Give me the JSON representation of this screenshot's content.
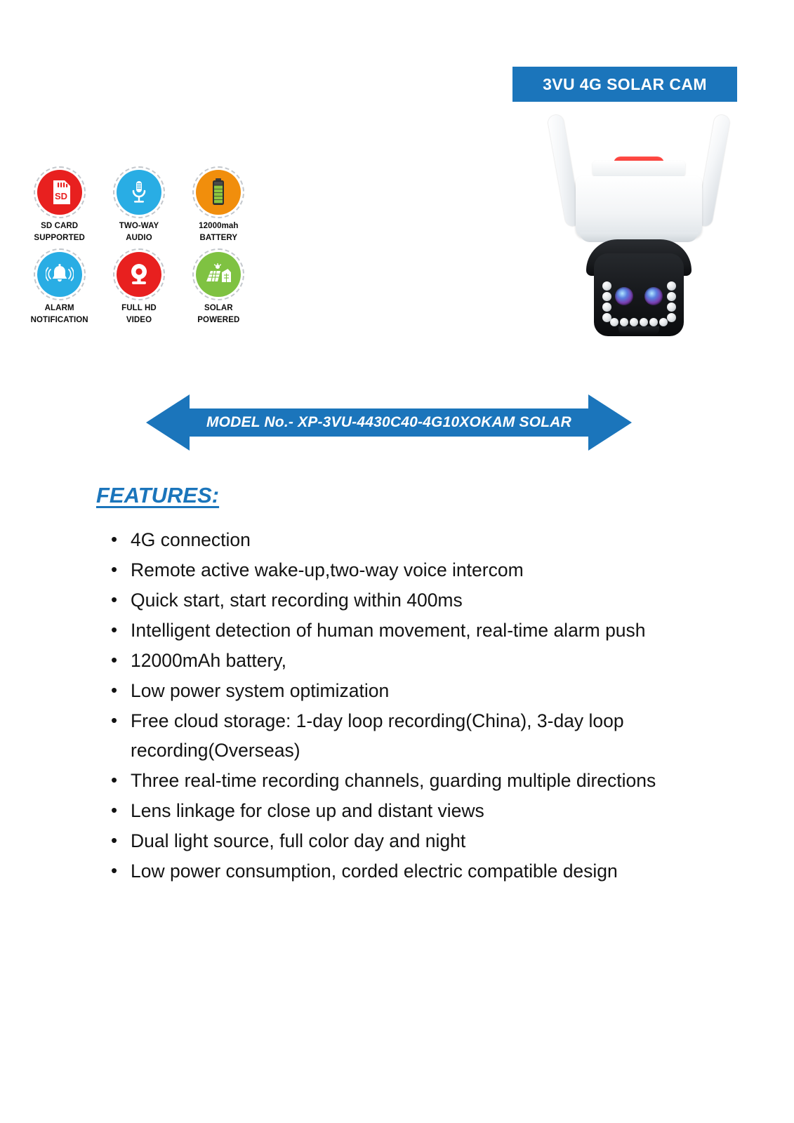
{
  "product": {
    "badge_label": "3VU 4G SOLAR CAM",
    "badge_color": "#1b75bb",
    "image_alt": "4g-solar-ptz-camera"
  },
  "feature_icons": [
    {
      "icon": "sd-card-icon",
      "line1": "SD CARD",
      "line2": "SUPPORTED",
      "color": "#e8201f"
    },
    {
      "icon": "microphone-icon",
      "line1": "TWO-WAY",
      "line2": "AUDIO",
      "color": "#29ade4"
    },
    {
      "icon": "battery-icon",
      "line1": "12000mah",
      "line2": "BATTERY",
      "color": "#f18e0c"
    },
    {
      "icon": "alarm-bell-icon",
      "line1": "ALARM",
      "line2": "NOTIFICATION",
      "color": "#29ade4"
    },
    {
      "icon": "webcam-icon",
      "line1": "FULL HD",
      "line2": "VIDEO",
      "color": "#e8201f"
    },
    {
      "icon": "solar-panel-house-icon",
      "line1": "SOLAR",
      "line2": "POWERED",
      "color": "#7fc242"
    }
  ],
  "model_banner": {
    "text": "MODEL No.- XP-3VU-4430C40-4G10XOKAM SOLAR",
    "color": "#1b75bb"
  },
  "features": {
    "heading": "FEATURES:",
    "heading_color": "#1b75bb",
    "items": [
      "4G connection",
      "Remote active wake-up,two-way voice intercom",
      "Quick start, start recording within 400ms",
      "Intelligent detection of human movement, real-time alarm push",
      "12000mAh battery,",
      "Low power system optimization",
      "Free cloud storage: 1-day loop recording(China), 3-day loop recording(Overseas)",
      "Three real-time recording channels, guarding multiple directions",
      "Lens linkage  for close up and distant views",
      "Dual light source, full color day and night",
      "Low power consumption, corded electric compatible design"
    ]
  }
}
